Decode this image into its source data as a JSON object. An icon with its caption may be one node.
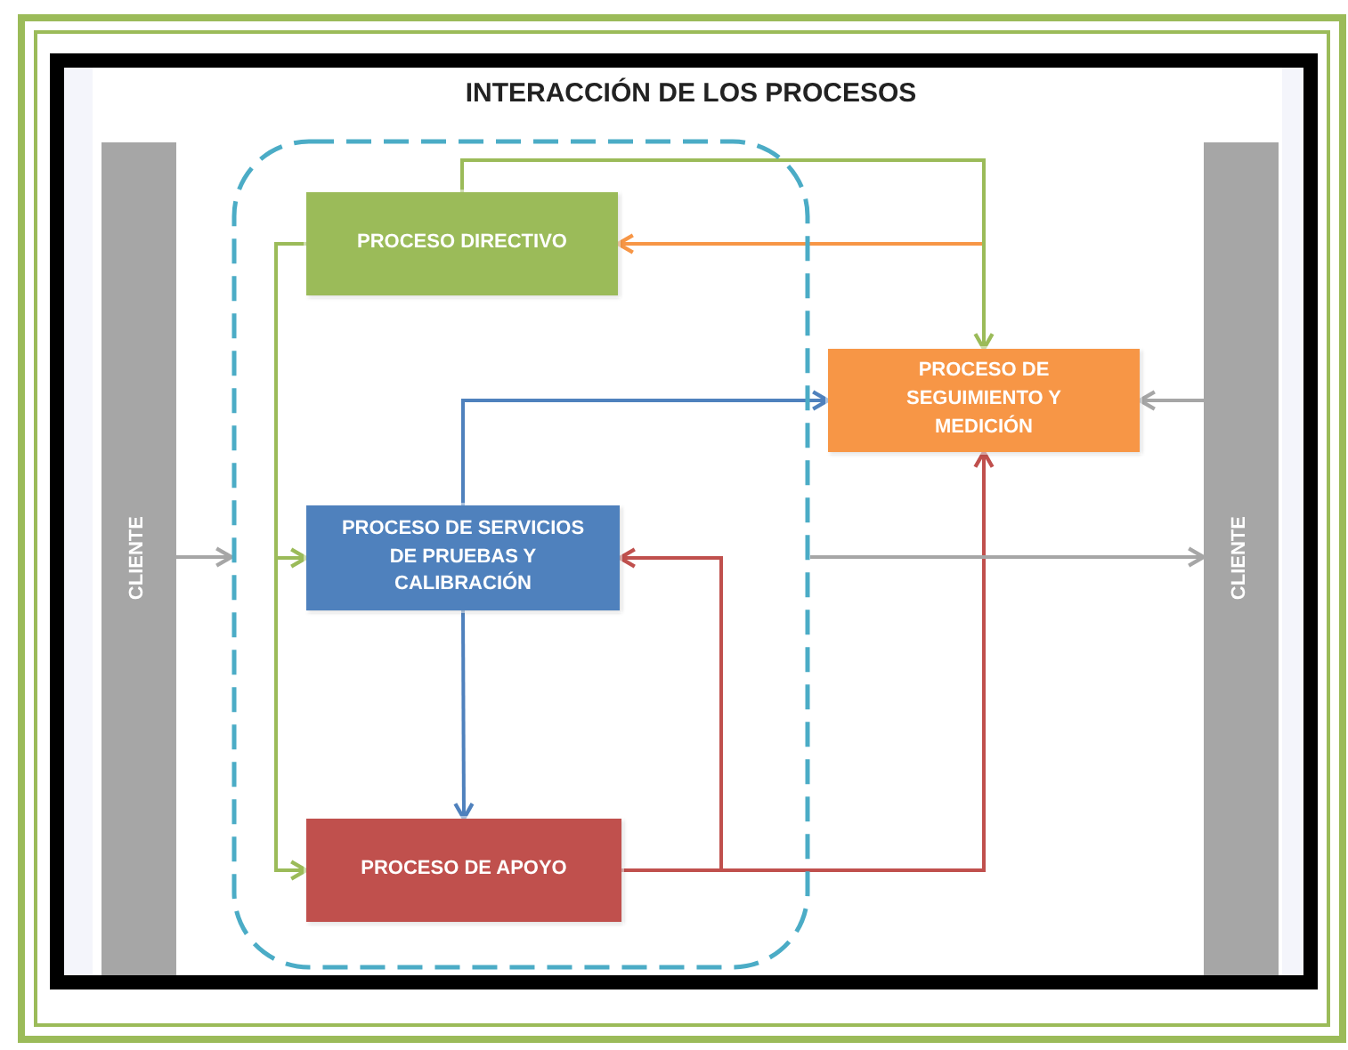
{
  "diagram": {
    "title": "INTERACCIÓN DE LOS PROCESOS",
    "nodes": [
      {
        "text": [
          "CLIENTE"
        ]
      },
      {
        "text": [],
        "shape": "box"
      },
      {
        "text": [
          "PROCESO DIRECTIVO"
        ],
        "in": 1
      },
      {
        "text": [
          "PROCESO DE SERVICIOS DE PRUEBAS Y CALIBRACIÓN"
        ],
        "in": 1
      },
      {
        "text": [
          "PROCESO DE APOYO"
        ],
        "in": 1
      },
      {
        "text": [
          "PROCESO DE SEGUIMIENTO Y MEDICIÓN"
        ]
      },
      {
        "text": [
          "CLIENTE"
        ]
      }
    ],
    "edges": [
      {
        "from": 0,
        "to": 1,
        "arrow": "to",
        "color": "#a6a6a6"
      },
      {
        "from": 2,
        "to": 3,
        "arrow": "to",
        "color": "#9bbb59"
      },
      {
        "from": 2,
        "to": 4,
        "arrow": "to",
        "color": "#9bbb59"
      },
      {
        "from": 2,
        "to": 5,
        "arrow": "to",
        "color": "#9bbb59"
      },
      {
        "from": 5,
        "to": 2,
        "arrow": "to",
        "color": "#f79646"
      },
      {
        "from": 3,
        "to": 5,
        "arrow": "to",
        "color": "#4f81bd"
      },
      {
        "from": 3,
        "to": 4,
        "arrow": "to",
        "color": "#4f81bd"
      },
      {
        "from": 4,
        "to": 3,
        "arrow": "to",
        "color": "#c0504d"
      },
      {
        "from": 4,
        "to": 5,
        "arrow": "to",
        "color": "#c0504d"
      },
      {
        "from": 6,
        "to": 5,
        "arrow": "to",
        "color": "#a6a6a6"
      },
      {
        "from": 1,
        "to": 6,
        "arrow": "to",
        "color": "#a6a6a6"
      }
    ]
  }
}
